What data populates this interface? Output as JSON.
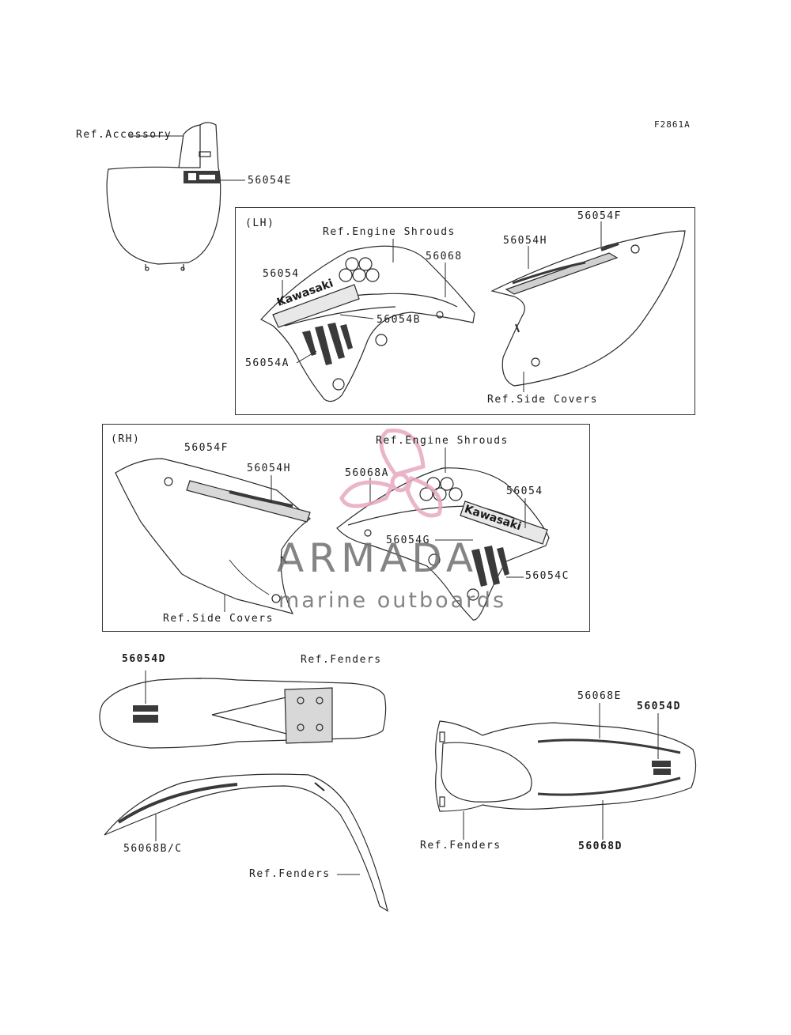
{
  "figure_code": "F2861A",
  "panels": {
    "lh": {
      "tag": "(LH)"
    },
    "rh": {
      "tag": "(RH)"
    }
  },
  "labels": {
    "ref_accessory": "Ref.Accessory",
    "p56054E": "56054E",
    "lh_ref_engine_shrouds": "Ref.Engine Shrouds",
    "lh_56068": "56068",
    "lh_56054": "56054",
    "lh_56054B": "56054B",
    "lh_56054A": "56054A",
    "lh_56054F": "56054F",
    "lh_56054H": "56054H",
    "lh_ref_side_covers": "Ref.Side Covers",
    "rh_56054F": "56054F",
    "rh_56054H": "56054H",
    "rh_ref_engine_shrouds": "Ref.Engine Shrouds",
    "rh_56068A": "56068A",
    "rh_56054": "56054",
    "rh_56054G": "56054G",
    "rh_56054C": "56054C",
    "rh_ref_side_covers": "Ref.Side Covers",
    "f_56054D": "56054D",
    "f_ref_fenders_top": "Ref.Fenders",
    "f_56068BC": "56068B/C",
    "f_ref_fenders_front": "Ref.Fenders",
    "r_56068E": "56068E",
    "r_56054D": "56054D",
    "r_ref_fenders": "Ref.Fenders",
    "r_56068D": "56068D"
  },
  "decal_text": {
    "lh_brand": "Kawasaki",
    "rh_brand": "Kawasaki"
  },
  "watermark": {
    "brand": "ARMADA",
    "tagline": "marine outboards",
    "color_logo": "#e8a9c0",
    "color_text": "#6f6f6f"
  },
  "colors": {
    "line": "#2a2a2a",
    "decal": "#3a3a3a"
  }
}
